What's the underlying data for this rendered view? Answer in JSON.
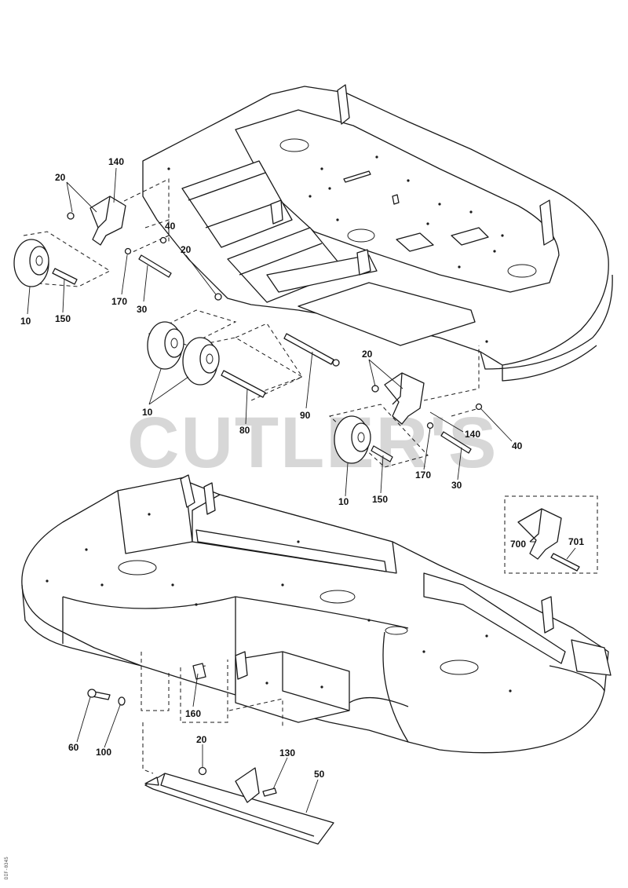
{
  "watermark": "CUTLER'S",
  "side_code": "DIF-0345",
  "callouts": [
    {
      "id": "c-140-a",
      "text": "140"
    },
    {
      "id": "c-20-a",
      "text": "20"
    },
    {
      "id": "c-40-a",
      "text": "40"
    },
    {
      "id": "c-20-b",
      "text": "20"
    },
    {
      "id": "c-170-a",
      "text": "170"
    },
    {
      "id": "c-30-a",
      "text": "30"
    },
    {
      "id": "c-10-a",
      "text": "10"
    },
    {
      "id": "c-150-a",
      "text": "150"
    },
    {
      "id": "c-10-b",
      "text": "10"
    },
    {
      "id": "c-80",
      "text": "80"
    },
    {
      "id": "c-90",
      "text": "90"
    },
    {
      "id": "c-20-c",
      "text": "20"
    },
    {
      "id": "c-140-b",
      "text": "140"
    },
    {
      "id": "c-40-b",
      "text": "40"
    },
    {
      "id": "c-170-b",
      "text": "170"
    },
    {
      "id": "c-30-b",
      "text": "30"
    },
    {
      "id": "c-10-c",
      "text": "10"
    },
    {
      "id": "c-150-b",
      "text": "150"
    },
    {
      "id": "c-700",
      "text": "700"
    },
    {
      "id": "c-701",
      "text": "701"
    },
    {
      "id": "c-160",
      "text": "160"
    },
    {
      "id": "c-60",
      "text": "60"
    },
    {
      "id": "c-100",
      "text": "100"
    },
    {
      "id": "c-20-d",
      "text": "20"
    },
    {
      "id": "c-130",
      "text": "130"
    },
    {
      "id": "c-50",
      "text": "50"
    }
  ]
}
